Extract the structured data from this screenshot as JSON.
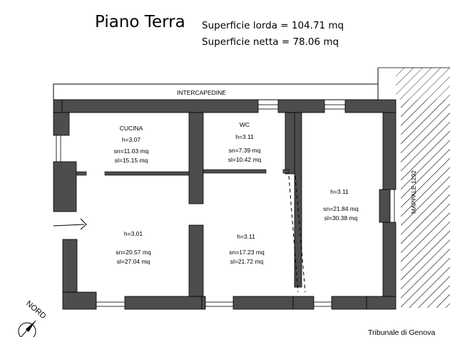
{
  "header": {
    "title": "Piano Terra",
    "superficie_lorda": "Superficie lorda = 104.71 mq",
    "superficie_netta": "Superficie netta = 78.06 mq"
  },
  "labels": {
    "intercapedine": "INTERCAPEDINE",
    "mappale": "MAPPALE 1292",
    "nord": "NORD",
    "footer": "Tribunale di Genova"
  },
  "rooms": [
    {
      "name": "CUCINA",
      "h": "h=3.07",
      "sn": "sn=11.03 mq",
      "sl": "sl=15.15 mq"
    },
    {
      "name": "WC",
      "h": "h=3.11",
      "sn": "sn=7.39 mq",
      "sl": "sl=10.42 mq"
    },
    {
      "name": "",
      "h": "h=3.11",
      "sn": "sn=21.84 mq",
      "sl": "sl=30.38 mq"
    },
    {
      "name": "",
      "h": "h=3.01",
      "sn": "sn=20.57 mq",
      "sl": "sl=27.04 mq"
    },
    {
      "name": "",
      "h": "h=3.11",
      "sn": "sn=17.23 mq",
      "sl": "sl=21.72 mq"
    }
  ],
  "colors": {
    "wall": "#4d4d4d",
    "line": "#000000",
    "background": "#ffffff"
  }
}
